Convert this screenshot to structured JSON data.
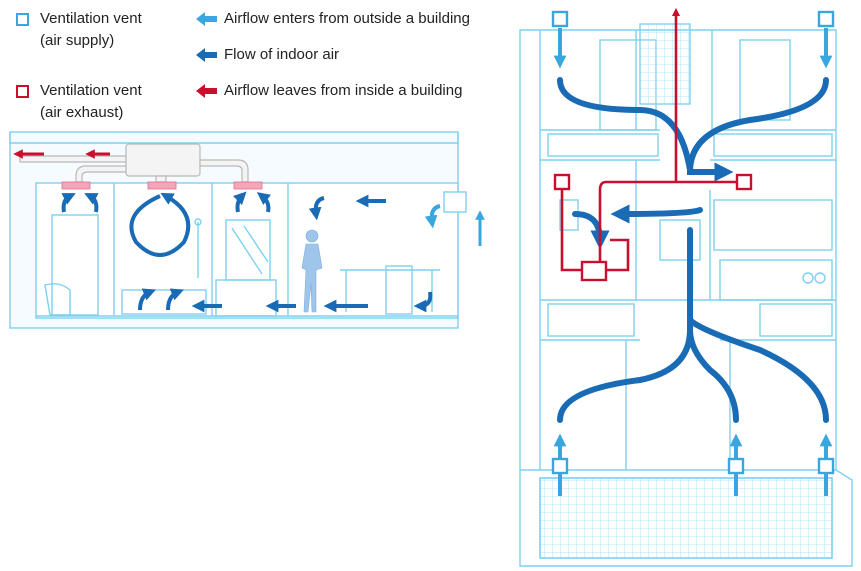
{
  "legend": {
    "supply_vent_line1": "Ventilation vent",
    "supply_vent_line2": "(air supply)",
    "exhaust_vent_line1": "Ventilation vent",
    "exhaust_vent_line2": "(air exhaust)",
    "airflow_in": "Airflow enters from outside a building",
    "indoor_flow": "Flow of indoor air",
    "airflow_out": "Airflow leaves from inside a building"
  },
  "colors": {
    "outline": "#7dd1f0",
    "light_fill": "#eaf7fd",
    "supply": "#3aa6de",
    "indoor": "#1a6bb5",
    "exhaust": "#c8102e",
    "vent_pink": "#f4a6b9"
  }
}
